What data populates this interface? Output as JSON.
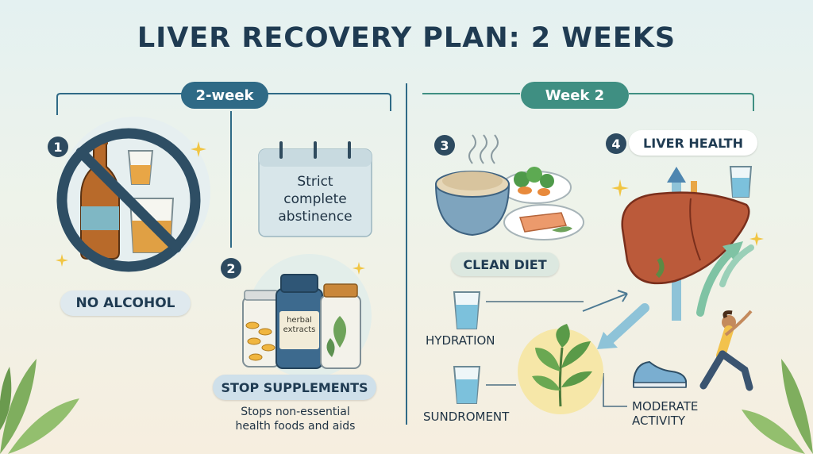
{
  "title": "LIVER RECOVERY PLAN: 2 WEEKS",
  "phases": [
    {
      "label": "2-week"
    },
    {
      "label": "Week 2"
    }
  ],
  "steps": [
    {
      "number": "1",
      "label": "NO ALCOHOL"
    },
    {
      "number": "2",
      "label": "STOP SUPPLEMENTS",
      "description_line1": "Stops non-essential",
      "description_line2": "health foods and aids"
    },
    {
      "number": "3",
      "label": "CLEAN DIET"
    },
    {
      "number": "4",
      "label": "LIVER HEALTH"
    }
  ],
  "calendar": {
    "line1": "Strict",
    "line2": "complete",
    "line3": "abstinence"
  },
  "bottle_label": {
    "line1": "herbal",
    "line2": "extracts"
  },
  "factors": {
    "hydration": "HYDRATION",
    "sundroment": "SUNDROMENT",
    "activity_line1": "MODERATE",
    "activity_line2": "ACTIVITY"
  },
  "colors": {
    "phase1": "#2f6a86",
    "phase2": "#3f8f82",
    "title": "#1f3b52",
    "accent_gold": "#f1c542"
  }
}
